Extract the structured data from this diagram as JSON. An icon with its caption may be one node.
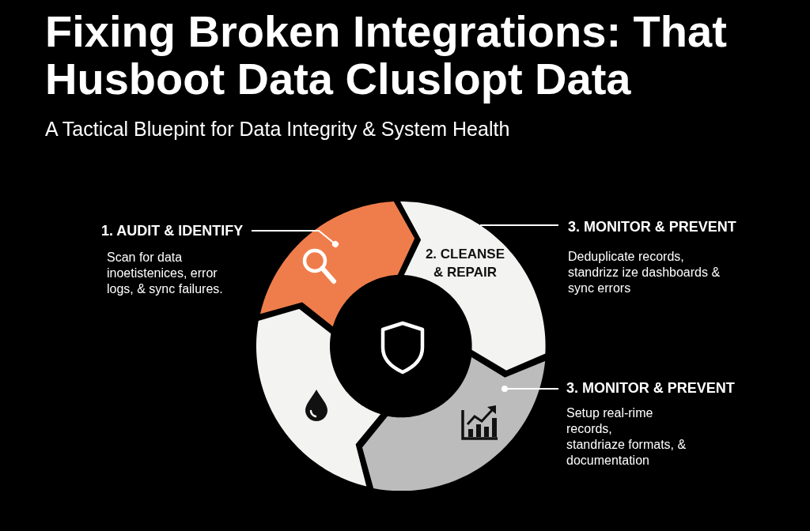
{
  "diagram": {
    "title": "Fixing Broken Integrations: That Husboot Data Cluslopt Data",
    "nodes": [
      {
        "text": [
          "1. AUDIT & IDENTIFY",
          "Scan for data inoetistenices, error logs, & sync failures."
        ]
      },
      {
        "text": [],
        "shape": "arc"
      },
      {
        "text": [
          "2. CLEANSE & REPAIR"
        ]
      },
      {
        "text": [
          "3. MONITOR & PREVENT",
          "Deduplicate records, standrizz ize dashboards & sync errors"
        ]
      },
      {
        "text": [],
        "shape": "arc"
      },
      {
        "text": [
          "3. MONITOR & PREVENT",
          "Setup real-rime records, standriaze formats, & documentation"
        ]
      },
      {
        "text": [],
        "shape": "arc"
      }
    ],
    "edges": [
      {
        "from": 0,
        "to": 1,
        "arrow": "other"
      },
      {
        "from": 3,
        "to": 2,
        "arrow": "none"
      },
      {
        "from": 5,
        "to": 4,
        "arrow": "other"
      }
    ],
    "labels": [
      "A Tactical Bluepint for Data Integrity & System Health"
    ]
  }
}
